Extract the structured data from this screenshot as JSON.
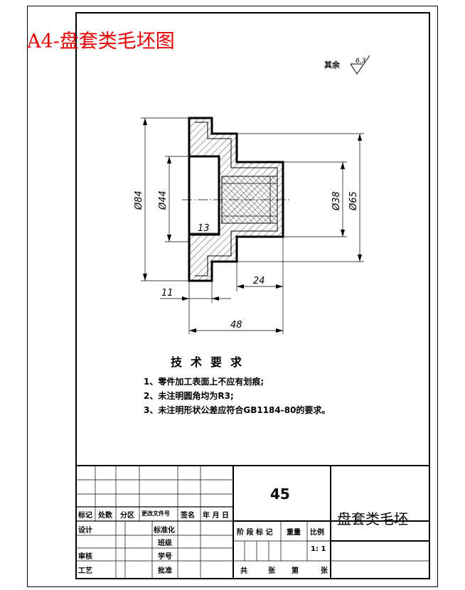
{
  "sheet_title": "A4-盘套类毛坯图",
  "surface_finish": {
    "label": "其余",
    "value": "6.3"
  },
  "dimensions": {
    "d84": "Ø84",
    "d44": "Ø44",
    "d38": "Ø38",
    "d65": "Ø65",
    "w13": "13",
    "w24": "24",
    "w11": "11",
    "w48": "48"
  },
  "technical_requirements": {
    "title": "技术要求",
    "items": [
      "1、零件加工表面上不应有划痕;",
      "2、未注明圆角均为R3;",
      "3、未注明形状公差应符合GB1184-80的要求。"
    ]
  },
  "title_block": {
    "headers": [
      "标记",
      "处数",
      "分区",
      "更改文件号",
      "签名",
      "年 月 日"
    ],
    "design": "设计",
    "standardize": "标准化",
    "class": "班级",
    "review": "审核",
    "student_id": "学号",
    "process": "工艺",
    "approve": "批准",
    "drawing_number": "45",
    "stage_mark": "阶 段 标 记",
    "weight": "重量",
    "scale_label": "比例",
    "scale_value": "1: 1",
    "sheets_total": "共",
    "sheets_unit": "张",
    "sheet_no": "第",
    "sheet_unit2": "张",
    "part_name": "盘套类毛坯"
  }
}
